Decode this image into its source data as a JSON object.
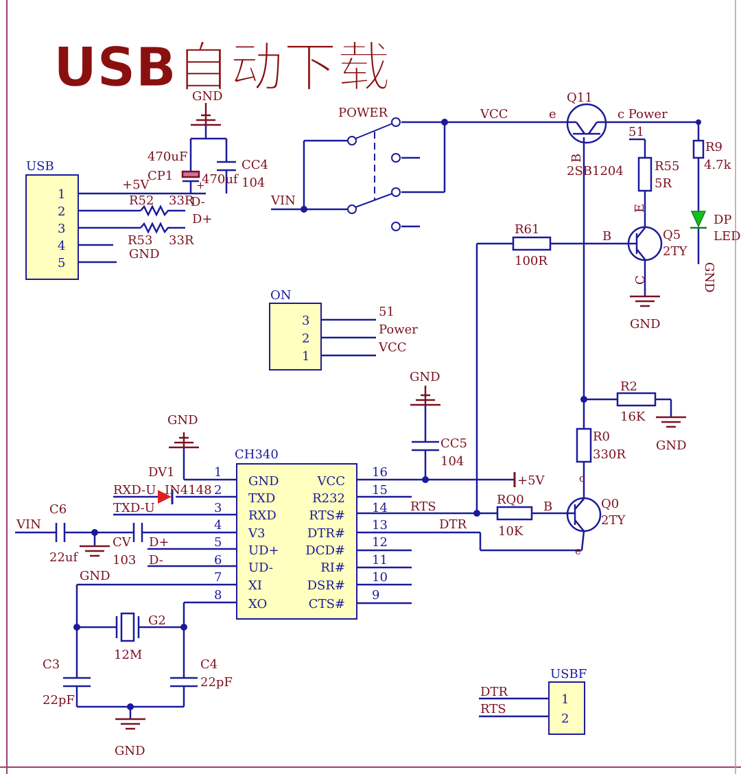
{
  "title": "USB自动下载",
  "colors": {
    "wire": "#1a1a9a",
    "label": "#7a1020",
    "component": "#7a1020",
    "chip_fill": "#ffffc0",
    "title": "#8a1010",
    "border": "#9a4070",
    "led": "#10c020",
    "diode": "#e02020"
  },
  "labels": {
    "gnd": "GND",
    "vcc": "VCC",
    "vin": "VIN",
    "p5v": "+5V",
    "power": "POWER",
    "c_power": "c Power",
    "n51": "51",
    "q11": "Q11",
    "q11_e": "e",
    "q11_b": "B",
    "q11_part": "2SB1204",
    "r9": "R9",
    "r9_val": "4.7k",
    "r55": "R55",
    "r55_val": "5R",
    "dp": "DP",
    "led": "LED",
    "gnd_vertical": "GND",
    "q5": "Q5",
    "q5_val": "2TY",
    "q5_e": "E",
    "q5_c": "C",
    "q5_b": "B",
    "r61": "R61",
    "r61_val": "100R",
    "r2": "R2",
    "r2_val": "16K",
    "r0": "R0",
    "r0_val": "330R",
    "q0": "Q0",
    "q0_val": "2TY",
    "q0_b": "B",
    "q0_c": "c",
    "q0_e": "e",
    "rq0": "RQ0",
    "rq0_val": "10K",
    "rts": "RTS",
    "dtr": "DTR",
    "cc5": "CC5",
    "cc5_val": "104",
    "p5v_right": "+5V",
    "usb": "USB",
    "usb_pins": [
      "1",
      "2",
      "3",
      "4",
      "5"
    ],
    "r52": "R52",
    "r52_val": "33R",
    "r53": "R53",
    "r53_val": "33R",
    "d_minus": "D-",
    "d_plus": "D+",
    "cp1_val": "470uF",
    "cp1": "CP1",
    "cp1_val2": "470uf",
    "cc4": "CC4",
    "cc4_val": "104",
    "plus_sign": "+",
    "on": "ON",
    "on_pins": [
      "3",
      "2",
      "1"
    ],
    "on_nets": [
      "51",
      "Power",
      "VCC"
    ],
    "ch340": "CH340",
    "ch340_left_pins": [
      "1",
      "2",
      "3",
      "4",
      "5",
      "6",
      "7",
      "8"
    ],
    "ch340_left_names": [
      "GND",
      "TXD",
      "RXD",
      "V3",
      "UD+",
      "UD-",
      "XI",
      "XO"
    ],
    "ch340_right_pins": [
      "16",
      "15",
      "14",
      "13",
      "12",
      "11",
      "10",
      "9"
    ],
    "ch340_right_names": [
      "VCC",
      "R232",
      "RTS#",
      "DTR#",
      "DCD#",
      "RI#",
      "DSR#",
      "CTS#"
    ],
    "dv1": "DV1",
    "rxd_u": "RXD-U",
    "in4148": "IN4148",
    "txd_u": "TXD-U",
    "c6": "C6",
    "c6_val": "22uf",
    "cv": "CV",
    "cv_val": "103",
    "g2": "G2",
    "g2_val": "12M",
    "c3": "C3",
    "c3_val": "22pF",
    "c4": "C4",
    "c4_val": "22pF",
    "usbf": "USBF",
    "usbf_pins": [
      "1",
      "2"
    ],
    "usbf_nets": [
      "DTR",
      "RTS"
    ]
  }
}
